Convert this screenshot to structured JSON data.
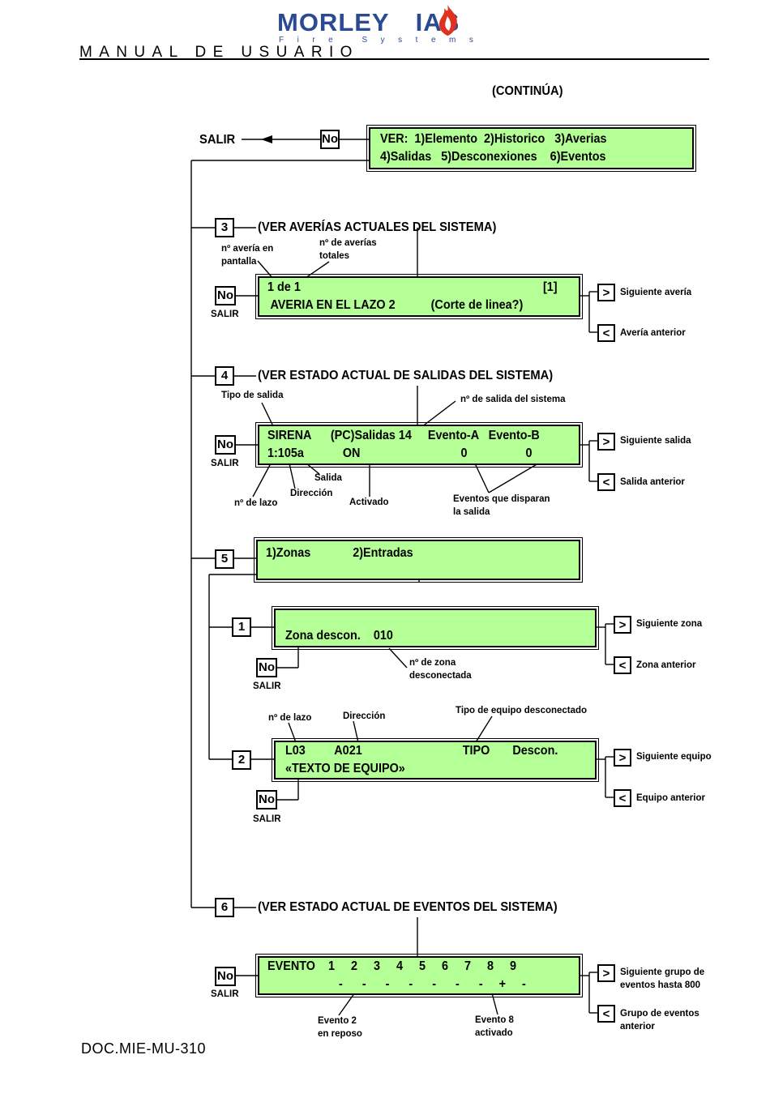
{
  "header": {
    "logo_main": "MORLEY IAS",
    "logo_sub": "Fire Systems",
    "manual_title": "MANUAL DE USUARIO",
    "continued": "(CONTINÚA)"
  },
  "top_menu": {
    "exit_label": "SALIR",
    "no_key": "No",
    "line1": "VER:  1)Elemento  2)Historico   3)Averias",
    "line2": "4)Salidas   5)Desconexiones    6)Eventos"
  },
  "section3": {
    "key": "3",
    "title": "(VER AVERÍAS ACTUALES DEL SISTEMA)",
    "note_fault_on_screen": [
      "nº avería en",
      "pantalla"
    ],
    "note_total_faults": [
      "nº de averías",
      "totales"
    ],
    "lcd_line1_left": "1 de 1",
    "lcd_line1_right": "[1]",
    "lcd_line2": " AVERIA EN EL LAZO 2           (Corte de linea?)",
    "no_key": "No",
    "exit_label": "SALIR",
    "next_key": ">",
    "next_label": "Siguiente avería",
    "prev_key": "<",
    "prev_label": "Avería anterior"
  },
  "section4": {
    "key": "4",
    "title": "(VER ESTADO ACTUAL DE SALIDAS DEL SISTEMA)",
    "note_output_type": "Tipo de salida",
    "note_system_output_no": "nº de salida del sistema",
    "lcd_line1": "SIRENA      (PC)Salidas 14     Evento-A   Evento-B",
    "lcd_line2": "1:105a            ON                               0                  0",
    "note_output": "Salida",
    "note_address": "Dirección",
    "note_loop_no": "nº de lazo",
    "note_activated": "Activado",
    "note_events_trigger": [
      "Eventos que disparan",
      "la salida"
    ],
    "no_key": "No",
    "exit_label": "SALIR",
    "next_key": ">",
    "next_label": "Siguiente salida",
    "prev_key": "<",
    "prev_label": "Salida anterior"
  },
  "section5": {
    "key": "5",
    "lcd_line1": "1)Zonas             2)Entradas",
    "sub1": {
      "key": "1",
      "lcd_line2": "Zona descon.    010",
      "note_zone_no": [
        "nº de zona",
        "desconectada"
      ],
      "no_key": "No",
      "exit_label": "SALIR",
      "next_key": ">",
      "next_label": "Siguiente zona",
      "prev_key": "<",
      "prev_label": "Zona anterior"
    },
    "sub2": {
      "key": "2",
      "note_loop_no": "nº de lazo",
      "note_address": "Dirección",
      "note_device_type": "Tipo de equipo desconectado",
      "lcd_line1": "L03         A021                               TIPO       Descon.",
      "lcd_line2": "«TEXTO DE EQUIPO»",
      "no_key": "No",
      "exit_label": "SALIR",
      "next_key": ">",
      "next_label": "Siguiente equipo",
      "prev_key": "<",
      "prev_label": "Equipo anterior"
    }
  },
  "section6": {
    "key": "6",
    "title": "(VER ESTADO ACTUAL DE EVENTOS DEL SISTEMA)",
    "lcd_line1": "EVENTO    1     2     3     4     5     6     7     8     9",
    "lcd_line2": "                      -      -      -      -      -      -      -     +     -",
    "note_event2": [
      "Evento 2",
      "en reposo"
    ],
    "note_event8": [
      "Evento 8",
      "activado"
    ],
    "no_key": "No",
    "exit_label": "SALIR",
    "next_key": ">",
    "next_label": [
      "Siguiente grupo de",
      "eventos hasta 800"
    ],
    "prev_key": "<",
    "prev_label": [
      "Grupo de eventos",
      "anterior"
    ]
  },
  "footer": {
    "doc_code": "DOC.MIE-MU-310"
  },
  "colors": {
    "lcd_background": "#b4ff96",
    "logo_blue": "#2a4a92",
    "logo_flame": "#e0301e"
  }
}
